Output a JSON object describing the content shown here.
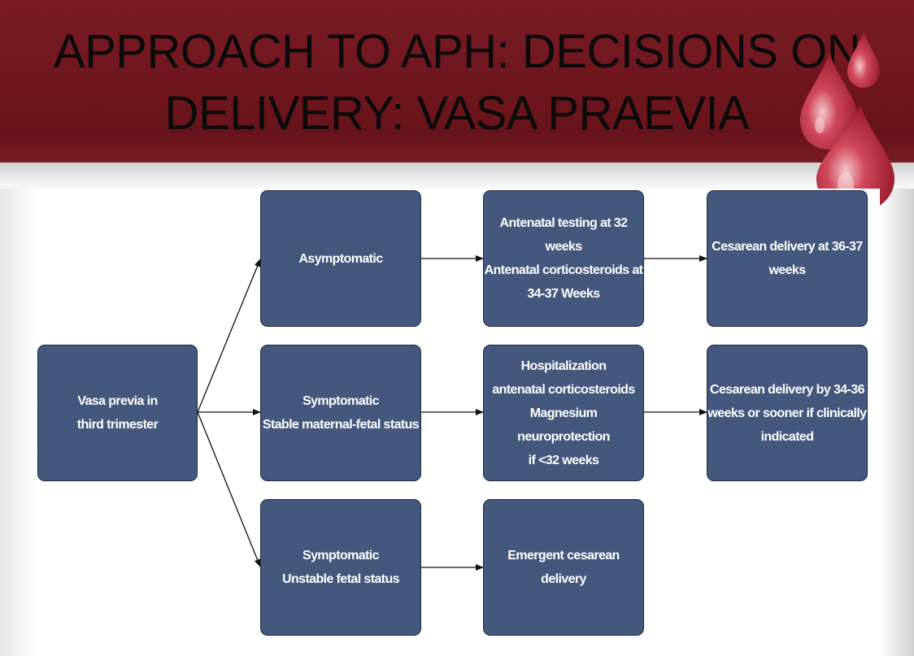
{
  "slide": {
    "title": "APPROACH TO APH: DECISIONS ON DELIVERY: VASA PRAEVIA",
    "accent_color": "#7a1b24",
    "decoration": "blood-drop-icons"
  },
  "flowchart": {
    "box_color": "#44587d",
    "nodes": {
      "start": "Vasa previa in\nthird trimester",
      "asymptomatic": "Asymptomatic",
      "stable": "Symptomatic\nStable maternal-fetal status",
      "unstable": "Symptomatic\nUnstable fetal status",
      "asymp_management": "Antenatal testing at 32\nweeks\nAntenatal corticosteroids at\n34-37 Weeks",
      "stable_management": "Hospitalization\nantenatal corticosteroids\nMagnesium neuroprotection\nif <32 weeks",
      "unstable_management": "Emergent cesarean delivery",
      "asymp_delivery": "Cesarean delivery at 36-37\nweeks",
      "stable_delivery": "Cesarean delivery by 34-36\nweeks or sooner if clinically\nindicated"
    }
  }
}
